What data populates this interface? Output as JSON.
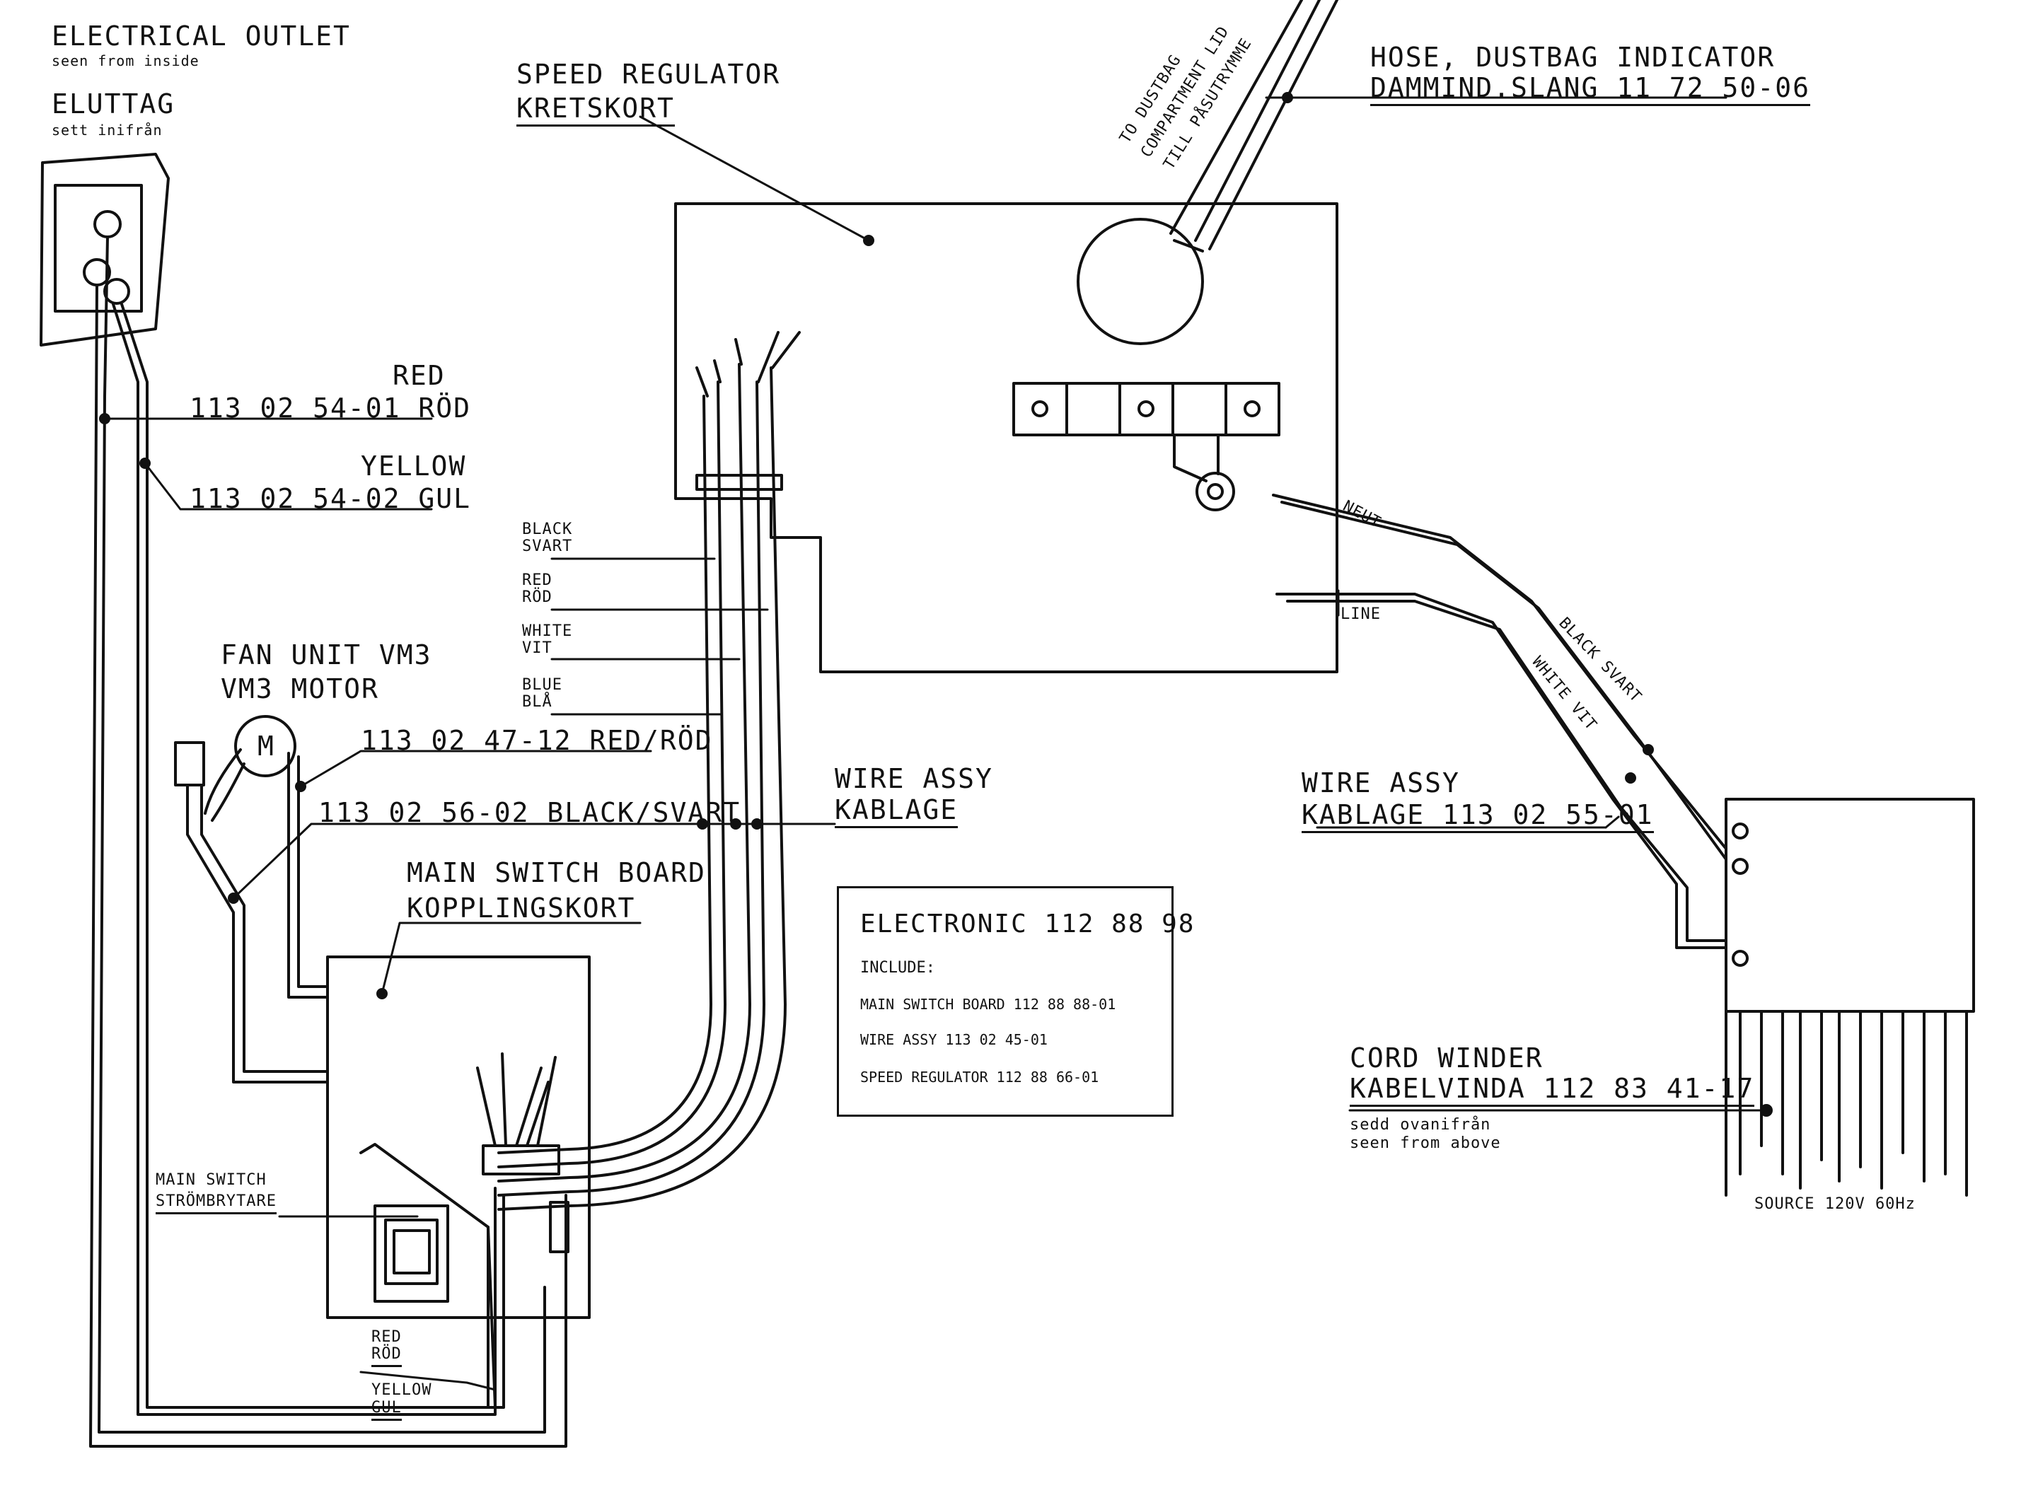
{
  "labels": {
    "outlet_en": "ELECTRICAL OUTLET",
    "outlet_en_sub": "seen from inside",
    "outlet_sv": "ELUTTAG",
    "outlet_sv_sub": "sett inifrån",
    "speed_regulator_en": "SPEED REGULATOR",
    "speed_regulator_sv": "KRETSKORT",
    "dustbag_note_1": "TO DUSTBAG",
    "dustbag_note_2": "COMPARTMENT LID",
    "dustbag_note_3": "TILL PÅSUTRYMME",
    "hose_en": "HOSE, DUSTBAG INDICATOR",
    "hose_sv": "DAMMIND.SLANG 11 72 50-06",
    "red_en": "RED",
    "red_part": "113 02 54-01  RÖD",
    "yellow_en": "YELLOW",
    "yellow_part": "113 02 54-02  GUL",
    "black_en": "BLACK",
    "black_sv": "SVART",
    "red2_en": "RED",
    "red2_sv": "RÖD",
    "white_en": "WHITE",
    "white_sv": "VIT",
    "blue_en": "BLUE",
    "blue_sv": "BLÅ",
    "fan_unit_1": "FAN UNIT VM3",
    "fan_unit_2": "VM3 MOTOR",
    "motor_symbol": "M",
    "fan_red_part": "113 02 47-12 RED/RÖD",
    "fan_black_part": "113 02 56-02 BLACK/SVART",
    "wire_assy_en": "WIRE ASSY",
    "wire_assy_sv": "KABLAGE",
    "main_switch_board_en": "MAIN SWITCH BOARD",
    "main_switch_board_sv": "KOPPLINGSKORT",
    "main_switch_en": "MAIN SWITCH",
    "main_switch_sv": "STRÖMBRYTARE",
    "bottom_red_en": "RED",
    "bottom_red_sv": "RÖD",
    "bottom_yellow_en": "YELLOW",
    "bottom_yellow_sv": "GUL",
    "neut": "NEUT",
    "line": "LINE",
    "black_svart": "BLACK SVART",
    "white_vit": "WHITE VIT",
    "wire_assy2_en": "WIRE ASSY",
    "wire_assy2_sv": "KABLAGE 113 02 55-01",
    "cord_winder_en": "CORD WINDER",
    "cord_winder_sv": "KABELVINDA 112 83 41-17",
    "cord_winder_sub1": "sedd ovanifrån",
    "cord_winder_sub2": "seen from above",
    "source": "SOURCE 120V  60Hz"
  },
  "electronic": {
    "title": "ELECTRONIC 112 88 98",
    "include": "INCLUDE:",
    "item1": "MAIN SWITCH BOARD 112 88 88-01",
    "item2": "WIRE ASSY 113 02 45-01",
    "item3": "SPEED REGULATOR 112 88 66-01"
  }
}
